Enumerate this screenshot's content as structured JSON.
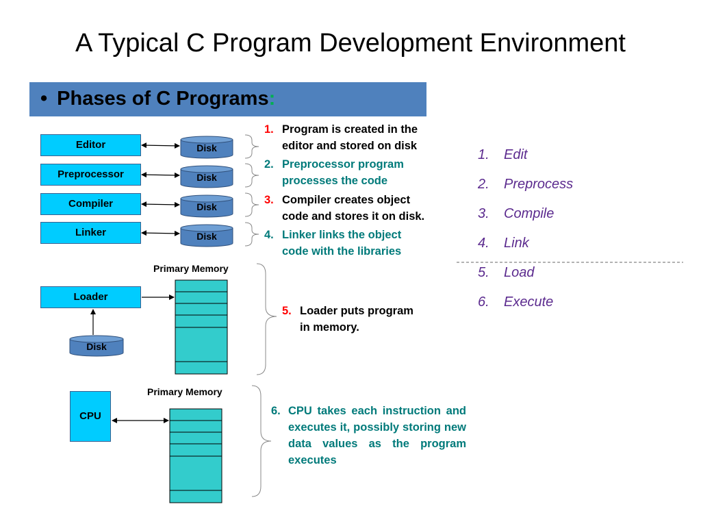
{
  "title": "A Typical C Program Development Environment",
  "banner": {
    "bullet": "•",
    "text": "Phases of C Programs",
    "colon": ":"
  },
  "components": {
    "editor": "Editor",
    "preprocessor": "Preprocessor",
    "compiler": "Compiler",
    "linker": "Linker",
    "loader": "Loader",
    "cpu": "CPU",
    "disk": "Disk",
    "primary_memory": "Primary Memory"
  },
  "steps": [
    {
      "num": "1.",
      "line1": "Program is created in the",
      "line2": "editor and stored on disk"
    },
    {
      "num": "2.",
      "line1": "Preprocessor program",
      "line2": "processes the code"
    },
    {
      "num": "3.",
      "line1": "Compiler creates object",
      "line2": "code and stores it on disk."
    },
    {
      "num": "4.",
      "line1": "Linker links the object",
      "line2": "code with the libraries"
    },
    {
      "num": "5.",
      "line1": "Loader puts program",
      "line2": "in memory."
    },
    {
      "num": "6.",
      "text": "CPU takes each instruction and executes it, possibly storing new data values as the program executes"
    }
  ],
  "phases": [
    {
      "num": "1.",
      "label": "Edit"
    },
    {
      "num": "2.",
      "label": "Preprocess"
    },
    {
      "num": "3.",
      "label": "Compile"
    },
    {
      "num": "4.",
      "label": "Link"
    },
    {
      "num": "5.",
      "label": "Load"
    },
    {
      "num": "6.",
      "label": "Execute"
    }
  ],
  "colors": {
    "banner": "#4f81bd",
    "box": "#00ccff",
    "disk": "#4f81bd",
    "memory": "#33cccc",
    "step_teal": "#007a7a",
    "phase": "#5b2a8e",
    "red": "#ff0000"
  }
}
